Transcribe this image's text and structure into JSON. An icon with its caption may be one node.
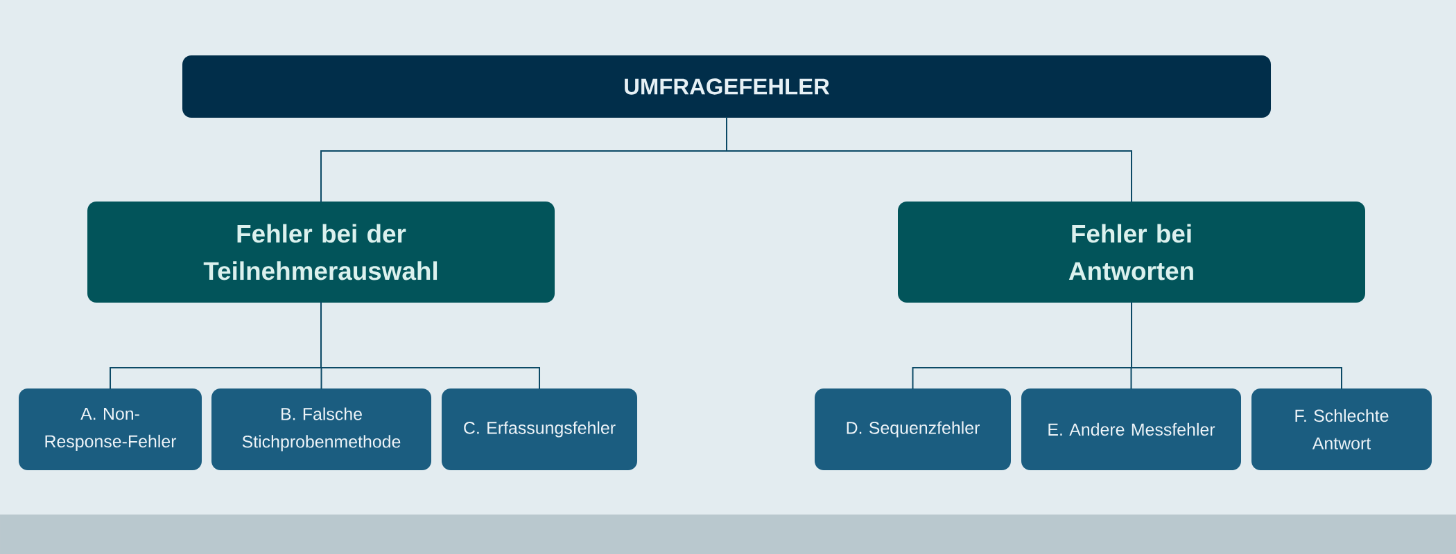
{
  "diagram": {
    "nodes": [
      {
        "text": [
          "UMFRAGEFEHLER"
        ]
      },
      {
        "text": [
          "Fehler bei der Teilnehmerauswahl"
        ]
      },
      {
        "text": [
          "Fehler bei Antworten"
        ]
      },
      {
        "text": [
          "A. Non-Response-Fehler"
        ]
      },
      {
        "text": [
          "B. Falsche Stichprobenmethode"
        ]
      },
      {
        "text": [
          "C. Erfassungsfehler"
        ]
      },
      {
        "text": [
          "D. Sequenzfehler"
        ]
      },
      {
        "text": [
          "E. Andere Messfehler"
        ]
      },
      {
        "text": [
          "F. Schlechte Antwort"
        ]
      }
    ],
    "edges": [
      {
        "from": 0,
        "to": 1,
        "arrow": "none"
      },
      {
        "from": 0,
        "to": 2,
        "arrow": "none"
      },
      {
        "from": 1,
        "to": 3,
        "arrow": "none"
      },
      {
        "from": 1,
        "to": 4,
        "arrow": "none"
      },
      {
        "from": 1,
        "to": 5,
        "arrow": "none"
      },
      {
        "from": 2,
        "to": 6,
        "arrow": "none"
      },
      {
        "from": 2,
        "to": 7,
        "arrow": "none"
      },
      {
        "from": 2,
        "to": 8,
        "arrow": "none"
      }
    ]
  }
}
